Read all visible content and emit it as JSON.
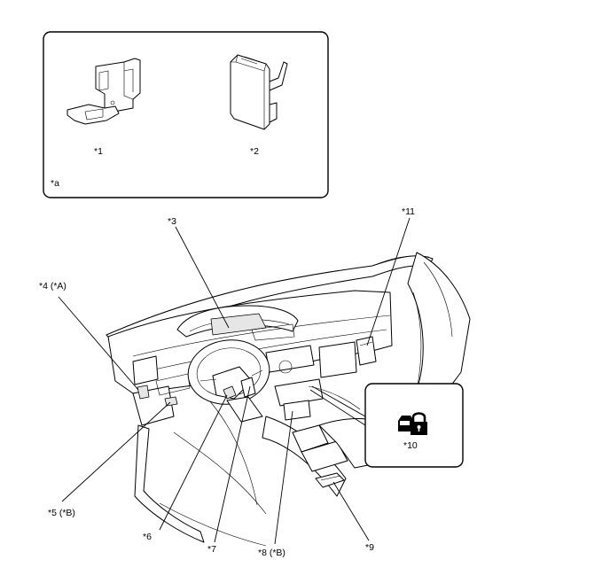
{
  "inset": {
    "label": "*a",
    "components": [
      {
        "callout": "*1"
      },
      {
        "callout": "*2"
      }
    ]
  },
  "callouts": {
    "c3": "*3",
    "c4": "*4 (*A)",
    "c5": "*5 (*B)",
    "c6": "*6",
    "c7": "*7",
    "c8": "*8 (*B)",
    "c9": "*9",
    "c10": "*10",
    "c11": "*11"
  },
  "icons": {
    "lock_symbol": "car-with-padlock-icon"
  }
}
